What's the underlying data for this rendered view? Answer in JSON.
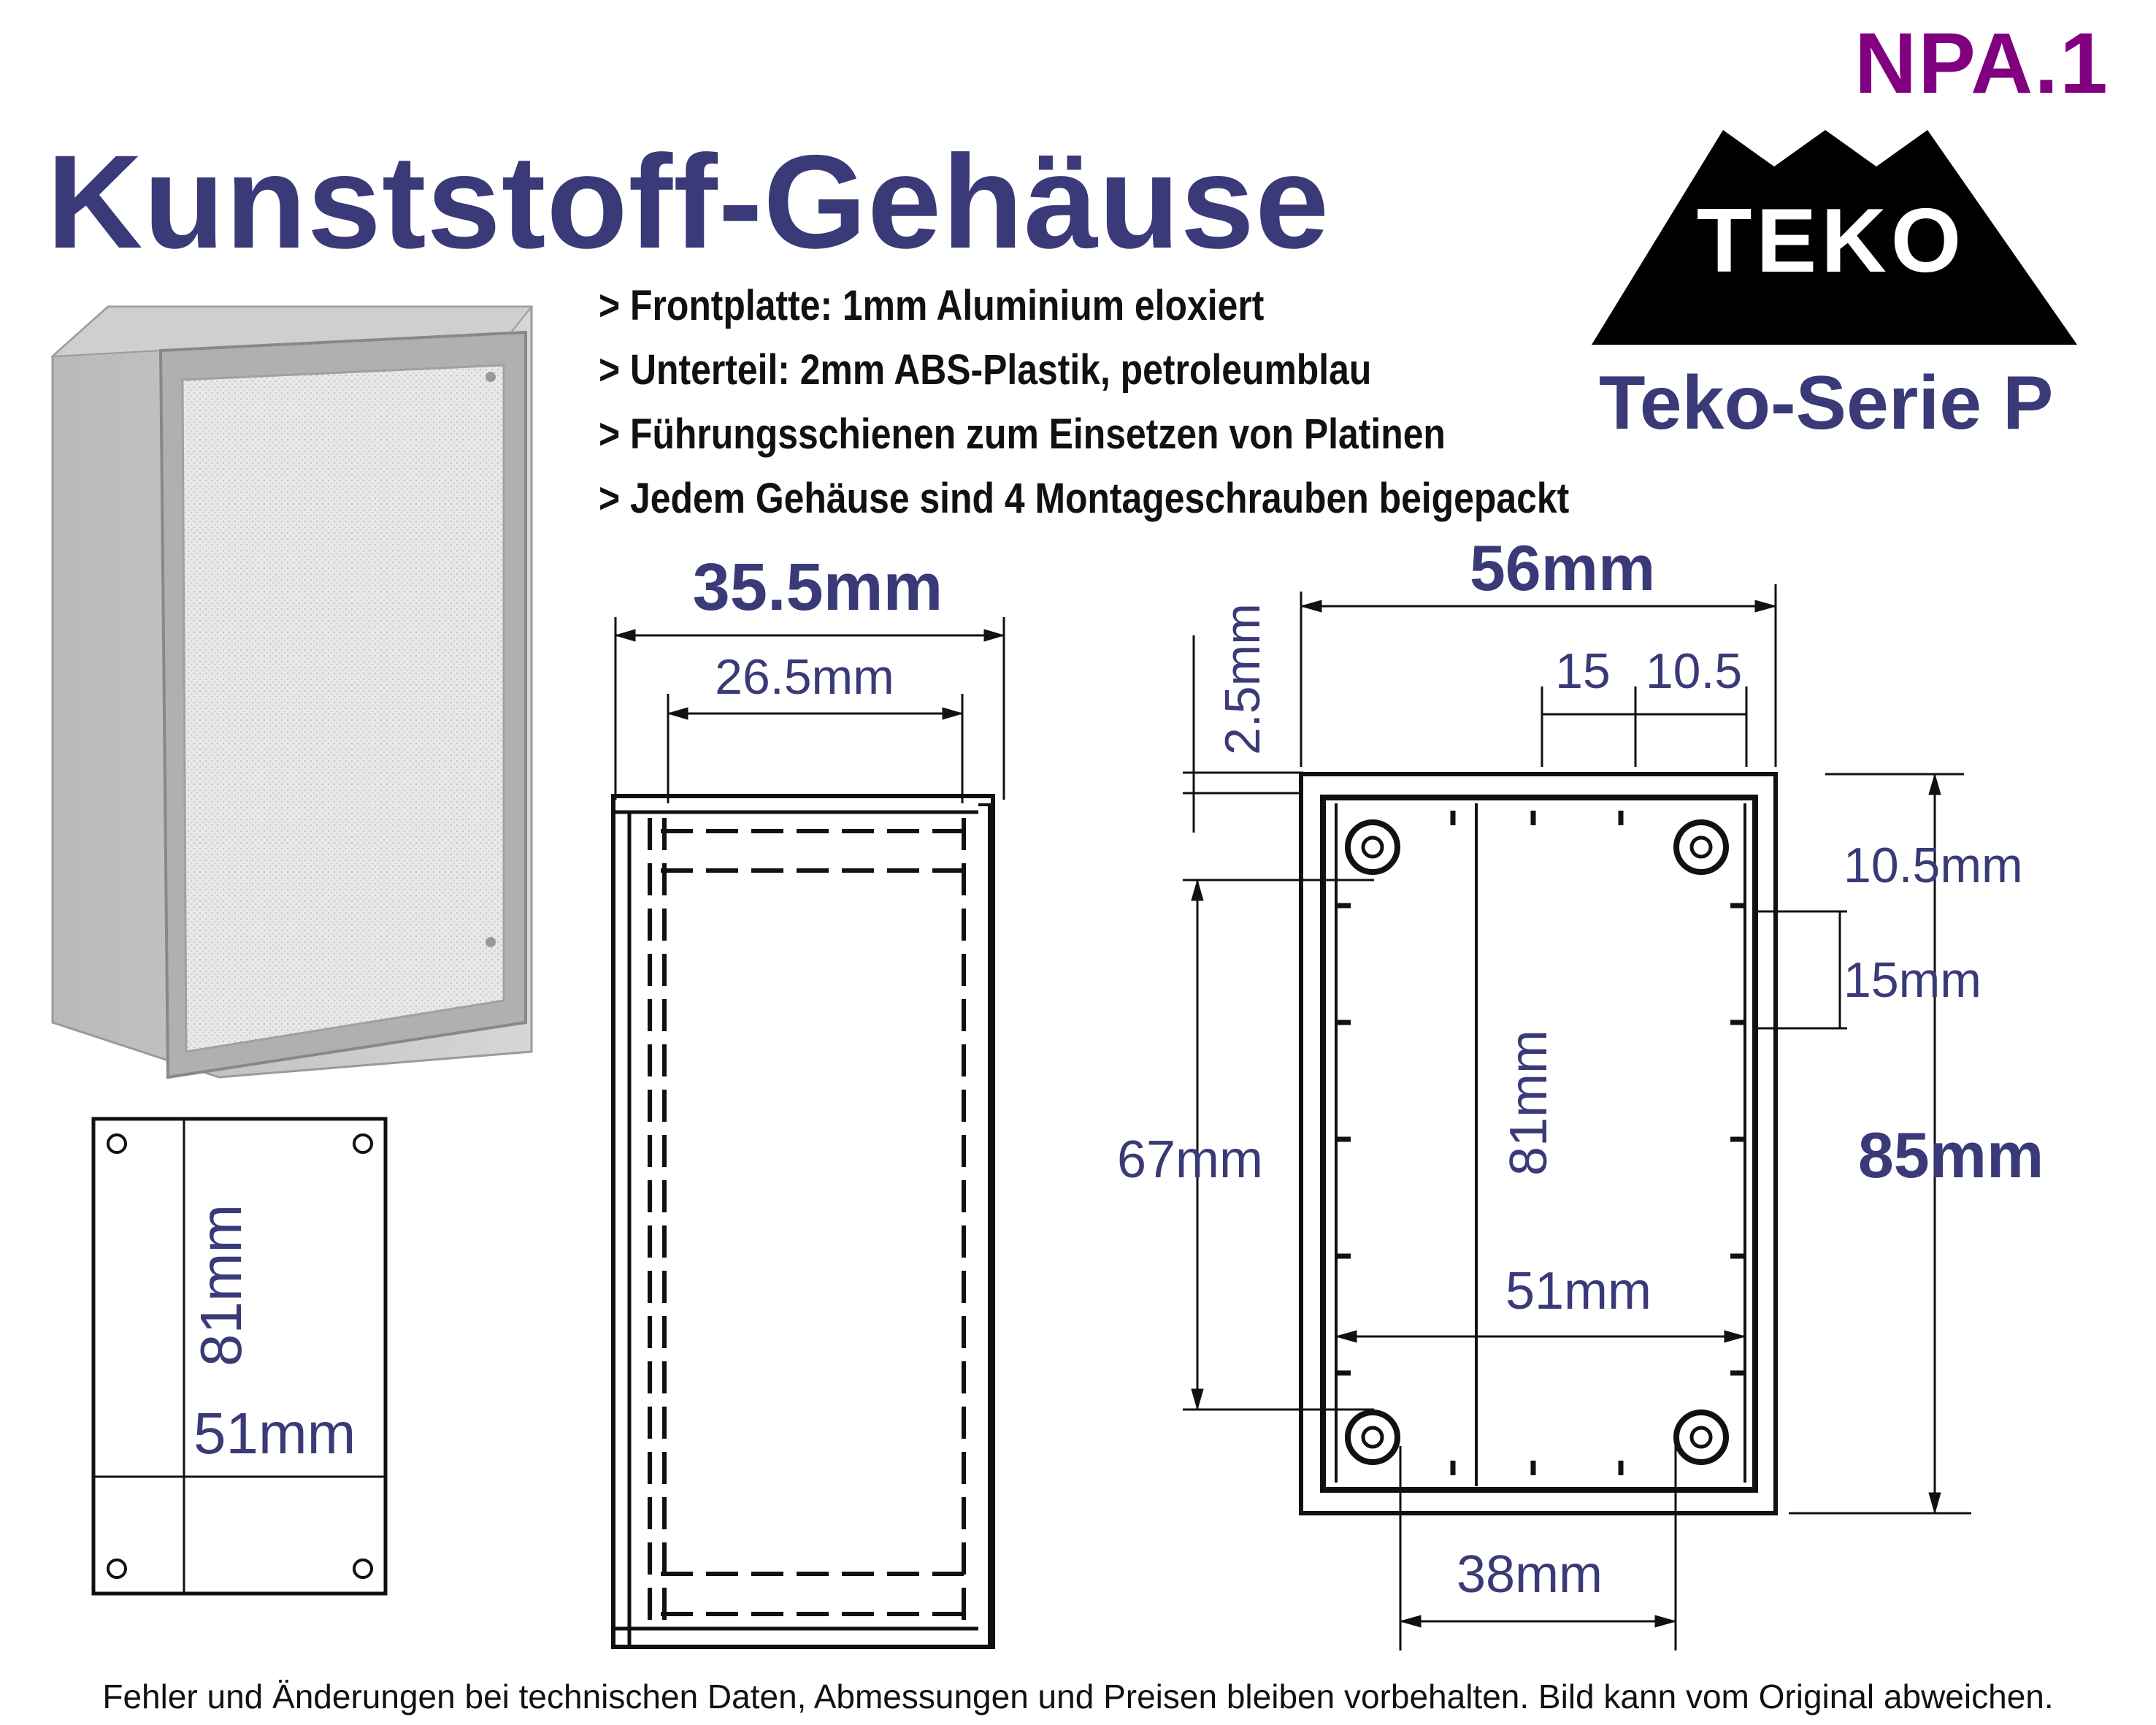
{
  "product_code": "NPA.1",
  "title": "Kunststoff-Gehäuse",
  "brand": {
    "logo_text": "TEKO",
    "series": "Teko-Serie P"
  },
  "features": [
    "> Frontplatte: 1mm Aluminium eloxiert",
    "> Unterteil: 2mm ABS-Plastik, petroleumblau",
    "> Führungsschienen zum Einsetzen von Platinen",
    "> Jedem Gehäuse sind 4 Montageschrauben beigepackt"
  ],
  "front_panel": {
    "height": "81mm",
    "width": "51mm"
  },
  "side_view": {
    "outer_width": "35.5mm",
    "inner_width": "26.5mm"
  },
  "top_view": {
    "outer_width": "56mm",
    "offset_1": "15",
    "offset_2": "10.5",
    "wall": "2.5mm",
    "rail_offset": "10.5mm",
    "rail_spacing": "15mm",
    "hole_distance_vertical": "67mm",
    "inner_height": "81mm",
    "outer_height": "85mm",
    "inner_width": "51mm",
    "hole_distance_horizontal": "38mm"
  },
  "footer": "Fehler und Änderungen bei technischen Daten, Abmessungen und Preisen bleiben vorbehalten. Bild kann vom Original abweichen."
}
